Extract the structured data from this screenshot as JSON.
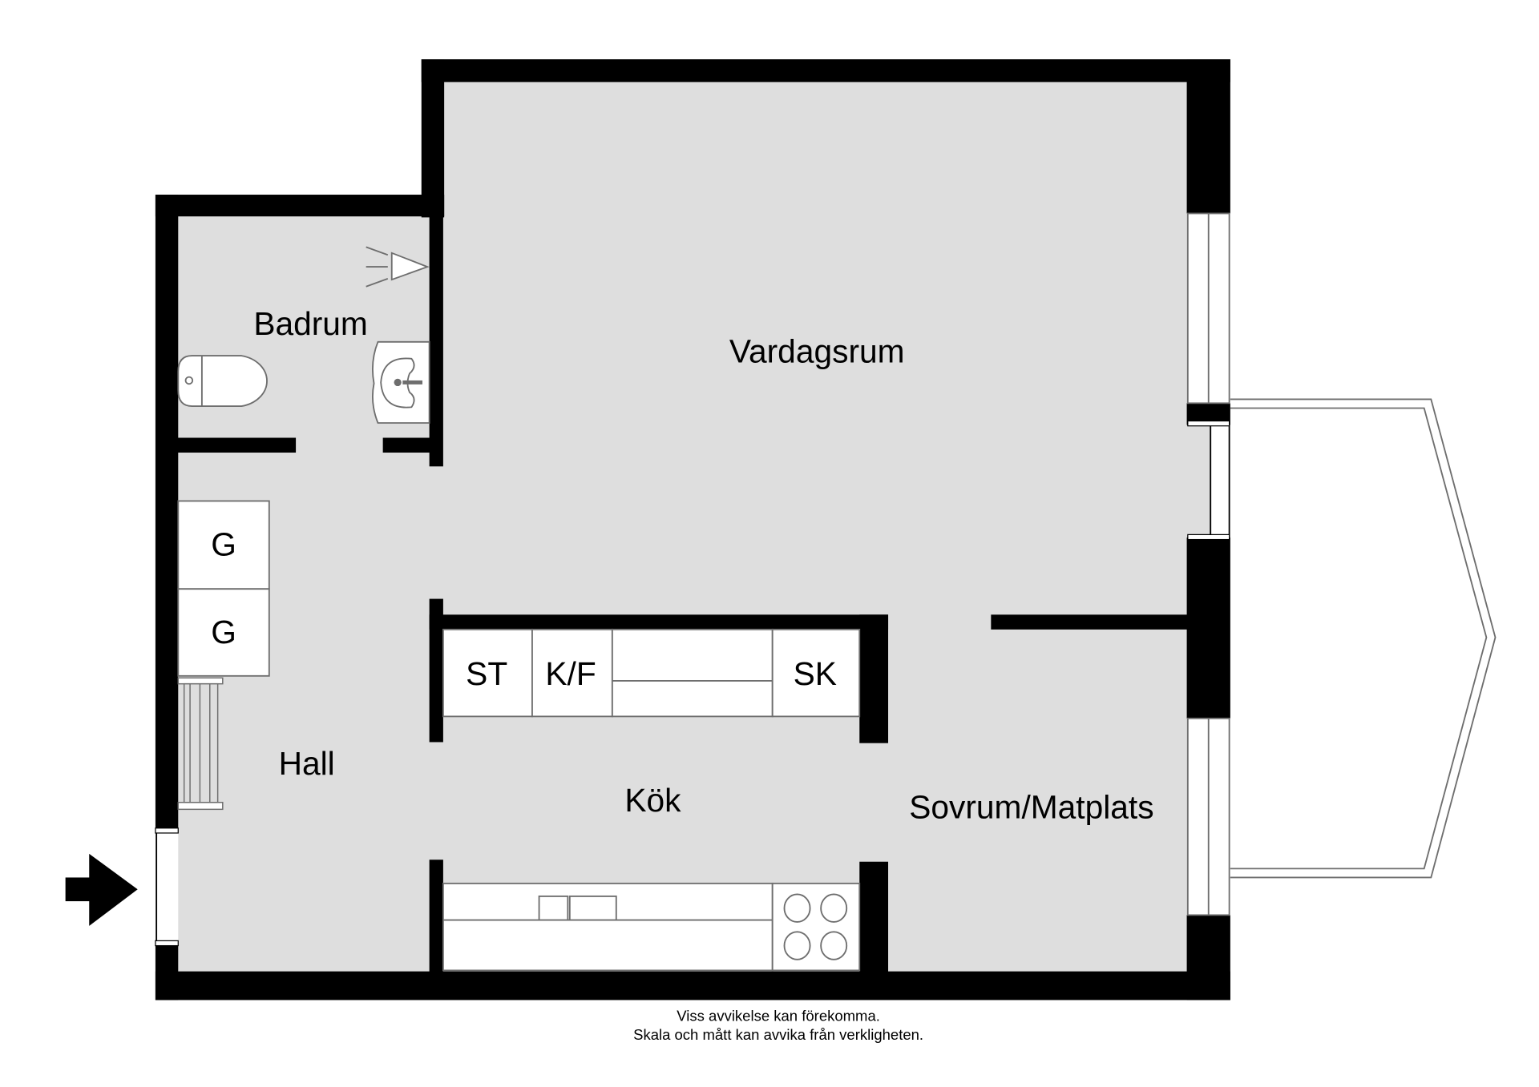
{
  "colors": {
    "floor": "#dedede",
    "wall": "#000000",
    "fixture_fill": "#ffffff",
    "fixture_stroke": "#6e6e6e",
    "background": "#ffffff"
  },
  "rooms": {
    "badrum": "Badrum",
    "vardagsrum": "Vardagsrum",
    "hall": "Hall",
    "kok": "Kök",
    "sovrum_matplats": "Sovrum/Matplats"
  },
  "fixtures": {
    "wardrobe_1": "G",
    "wardrobe_2": "G",
    "stove_unit": "ST",
    "fridge_freezer": "K/F",
    "cabinet": "SK"
  },
  "icons": {
    "entrance": "entrance-arrow-icon",
    "shower": "shower-head-icon",
    "toilet": "toilet-icon",
    "sink": "washbasin-icon",
    "hob": "cooktop-icon",
    "kitchen_sink": "kitchen-sink-icon",
    "shoe_rack": "shoe-rack-icon"
  },
  "footer": {
    "line1": "Viss avvikelse kan förekomma.",
    "line2": "Skala och mått kan avvika från verkligheten."
  }
}
